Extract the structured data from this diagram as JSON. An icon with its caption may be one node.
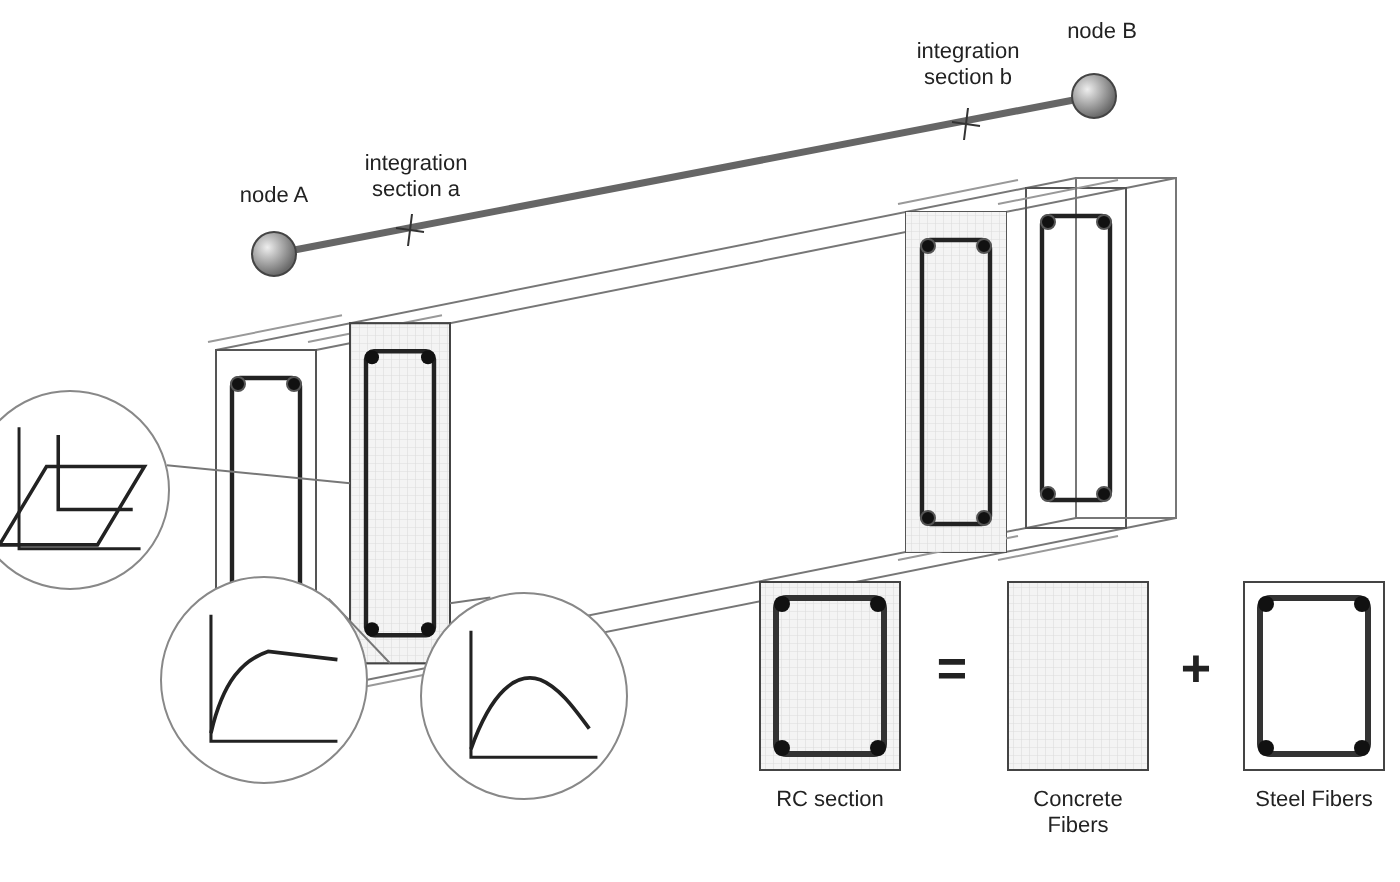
{
  "diagram": {
    "nodes": [
      {
        "text": [
          "node A"
        ]
      },
      {
        "text": [
          "node B"
        ]
      },
      {
        "text": [],
        "shape": "picture"
      },
      {
        "text": [],
        "shape": "circle"
      },
      {
        "text": [],
        "shape": "circle"
      },
      {
        "text": [],
        "shape": "circle"
      },
      {
        "text": [
          "RC section"
        ]
      },
      {
        "text": [
          "Concrete Fibers"
        ]
      },
      {
        "text": [
          "Steel Fibers"
        ]
      }
    ],
    "edges": [
      {
        "from": 0,
        "to": 1,
        "arrow": "none",
        "style": "thick"
      },
      {
        "from": 3,
        "to": 2,
        "arrow": "none"
      },
      {
        "from": 4,
        "to": 2,
        "arrow": "none"
      },
      {
        "from": 5,
        "to": 2,
        "arrow": "none"
      }
    ],
    "labels": [
      "integration section a",
      "integration section b",
      "=",
      "+"
    ]
  }
}
